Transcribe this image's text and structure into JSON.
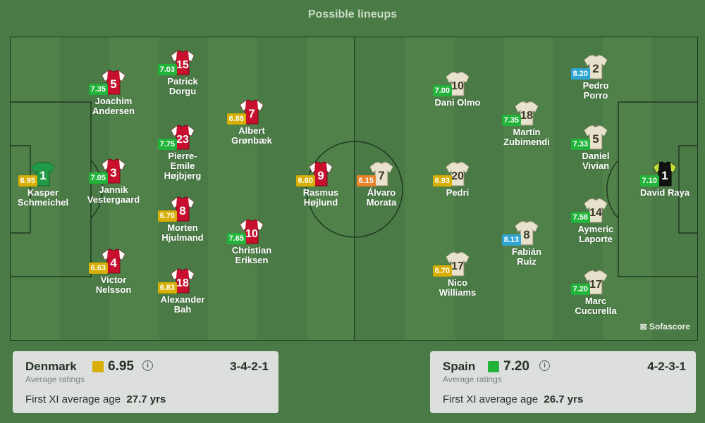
{
  "header": {
    "title": "Possible lineups"
  },
  "brand": "Sofascore",
  "colors": {
    "green": "#21b33a",
    "yellow": "#d8ae00",
    "orange": "#e8832a",
    "blue": "#2ea5d4"
  },
  "home": {
    "name": "Denmark",
    "avg_rating": "6.95",
    "rating_color": "#d8ae00",
    "avg_label": "Average ratings",
    "formation": "3-4-2-1",
    "age_label": "First XI average age",
    "age_value": "27.7 yrs",
    "players": [
      {
        "number": "1",
        "name": [
          "Kasper",
          "Schmeichel"
        ],
        "rating": "6.95",
        "rating_color": "#d8ae00",
        "shirt": "gk_home"
      },
      {
        "number": "5",
        "name": [
          "Joachim",
          "Andersen"
        ],
        "rating": "7.35",
        "rating_color": "#21b33a",
        "shirt": "home"
      },
      {
        "number": "3",
        "name": [
          "Jannik",
          "Vestergaard"
        ],
        "rating": "7.05",
        "rating_color": "#21b33a",
        "shirt": "home"
      },
      {
        "number": "4",
        "name": [
          "Victor",
          "Nelsson"
        ],
        "rating": "6.63",
        "rating_color": "#d8ae00",
        "shirt": "home"
      },
      {
        "number": "15",
        "name": [
          "Patrick",
          "Dorgu"
        ],
        "rating": "7.03",
        "rating_color": "#21b33a",
        "shirt": "home"
      },
      {
        "number": "23",
        "name": [
          "Pierre-",
          "Emile",
          "Højbjerg"
        ],
        "rating": "7.75",
        "rating_color": "#21b33a",
        "shirt": "home"
      },
      {
        "number": "8",
        "name": [
          "Morten",
          "Hjulmand"
        ],
        "rating": "6.70",
        "rating_color": "#d8ae00",
        "shirt": "home"
      },
      {
        "number": "18",
        "name": [
          "Alexander",
          "Bah"
        ],
        "rating": "6.83",
        "rating_color": "#d8ae00",
        "shirt": "home"
      },
      {
        "number": "7",
        "name": [
          "Albert",
          "Grønbæk"
        ],
        "rating": "6.88",
        "rating_color": "#d8ae00",
        "shirt": "home"
      },
      {
        "number": "10",
        "name": [
          "Christian",
          "Eriksen"
        ],
        "rating": "7.65",
        "rating_color": "#21b33a",
        "shirt": "home"
      },
      {
        "number": "9",
        "name": [
          "Rasmus",
          "Højlund"
        ],
        "rating": "6.60",
        "rating_color": "#d8ae00",
        "shirt": "home"
      }
    ]
  },
  "away": {
    "name": "Spain",
    "avg_rating": "7.20",
    "rating_color": "#21b33a",
    "avg_label": "Average ratings",
    "formation": "4-2-3-1",
    "age_label": "First XI average age",
    "age_value": "26.7 yrs",
    "players": [
      {
        "number": "7",
        "name": [
          "Álvaro",
          "Morata"
        ],
        "rating": "6.15",
        "rating_color": "#e8832a",
        "shirt": "away"
      },
      {
        "number": "10",
        "name": [
          "Dani Olmo"
        ],
        "rating": "7.00",
        "rating_color": "#21b33a",
        "shirt": "away"
      },
      {
        "number": "20",
        "name": [
          "Pedri"
        ],
        "rating": "6.93",
        "rating_color": "#d8ae00",
        "shirt": "away"
      },
      {
        "number": "17",
        "name": [
          "Nico",
          "Williams"
        ],
        "rating": "6.70",
        "rating_color": "#d8ae00",
        "shirt": "away"
      },
      {
        "number": "18",
        "name": [
          "Martín",
          "Zubimendi"
        ],
        "rating": "7.35",
        "rating_color": "#21b33a",
        "shirt": "away"
      },
      {
        "number": "8",
        "name": [
          "Fabián",
          "Ruiz"
        ],
        "rating": "8.13",
        "rating_color": "#2ea5d4",
        "shirt": "away"
      },
      {
        "number": "2",
        "name": [
          "Pedro",
          "Porro"
        ],
        "rating": "8.20",
        "rating_color": "#2ea5d4",
        "shirt": "away"
      },
      {
        "number": "5",
        "name": [
          "Daniel",
          "Vivian"
        ],
        "rating": "7.33",
        "rating_color": "#21b33a",
        "shirt": "away"
      },
      {
        "number": "14",
        "name": [
          "Aymeric",
          "Laporte"
        ],
        "rating": "7.58",
        "rating_color": "#21b33a",
        "shirt": "away"
      },
      {
        "number": "17",
        "name": [
          "Marc",
          "Cucurella"
        ],
        "rating": "7.20",
        "rating_color": "#21b33a",
        "shirt": "away"
      },
      {
        "number": "1",
        "name": [
          "David Raya"
        ],
        "rating": "7.10",
        "rating_color": "#21b33a",
        "shirt": "gk_away"
      }
    ]
  }
}
